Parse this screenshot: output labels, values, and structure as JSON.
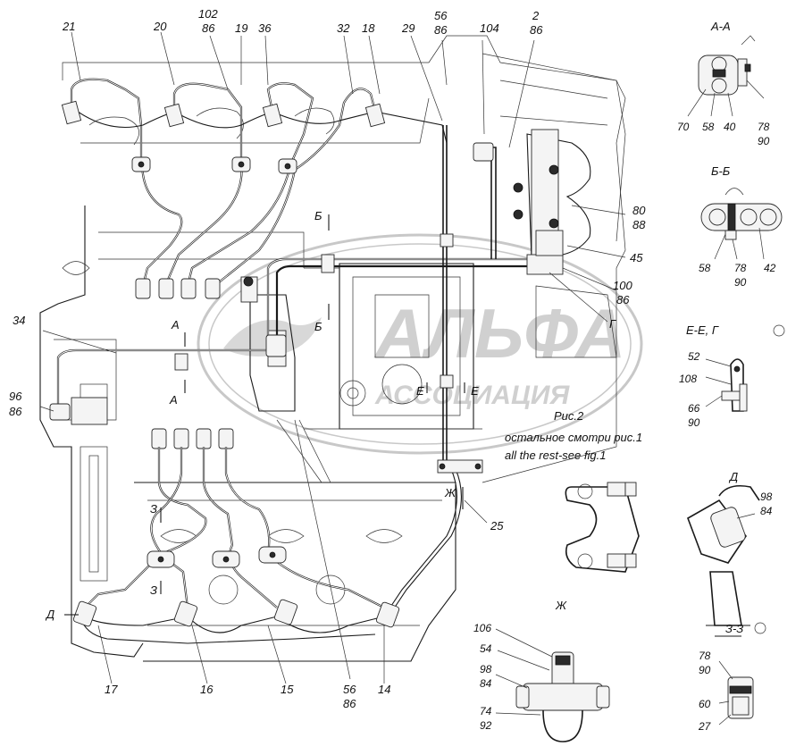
{
  "callouts": {
    "c21": "21",
    "c20": "20",
    "c102": "102",
    "c86a": "86",
    "c19": "19",
    "c36": "36",
    "c32": "32",
    "c18": "18",
    "c29": "29",
    "c56a": "56",
    "c86b": "86",
    "c104": "104",
    "c2": "2",
    "c86c": "86",
    "c80": "80",
    "c88": "88",
    "c45": "45",
    "c100": "100",
    "c86d": "86",
    "cG": "Г",
    "c34": "34",
    "c96": "96",
    "c86e": "86",
    "c25": "25",
    "c17": "17",
    "c16": "16",
    "c15": "15",
    "c56b": "56",
    "c86f": "86",
    "c14": "14",
    "cD": "Д",
    "cZh": "Ж",
    "cZ1": "З",
    "cZ2": "З",
    "cA1": "А",
    "cA2": "А",
    "cB1": "Б",
    "cB2": "Б",
    "cE1": "Е",
    "cE2": "Е"
  },
  "sections": {
    "aa": {
      "title": "А-А",
      "l70": "70",
      "l58": "58",
      "l40": "40",
      "l78": "78",
      "l90": "90"
    },
    "bb": {
      "title": "Б-Б",
      "l58": "58",
      "l78": "78",
      "l42": "42",
      "l90": "90"
    },
    "ee": {
      "title": "Е-Е, Г",
      "l52": "52",
      "l108": "108",
      "l66": "66",
      "l90": "90"
    },
    "d": {
      "title": "Д",
      "l98": "98",
      "l84": "84"
    },
    "zh": {
      "title": "Ж",
      "l106": "106",
      "l54": "54",
      "l98": "98",
      "l84": "84",
      "l74": "74",
      "l92": "92"
    },
    "zz": {
      "title": "З-З",
      "l78": "78",
      "l90": "90",
      "l60": "60",
      "l27": "27"
    }
  },
  "notes": {
    "fig": "Рис.2",
    "ru": "остальное смотри рис.1",
    "en": "all the rest-see fig.1"
  },
  "watermark": {
    "line1": "АЛЬФА",
    "line2": "АССОЦИАЦИЯ"
  }
}
